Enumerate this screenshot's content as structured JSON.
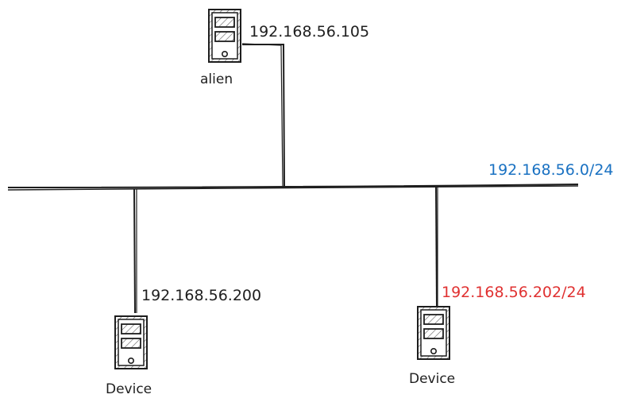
{
  "network": {
    "subnet_label": "192.168.56.0/24",
    "subnet_color": "#1971c2"
  },
  "nodes": {
    "alien": {
      "name": "alien",
      "ip": "192.168.56.105"
    },
    "device_left": {
      "name": "Device",
      "ip": "192.168.56.200"
    },
    "device_right": {
      "name": "Device",
      "ip": "192.168.56.202/24",
      "ip_color": "#e03131"
    }
  },
  "icon": "server-tower-icon"
}
